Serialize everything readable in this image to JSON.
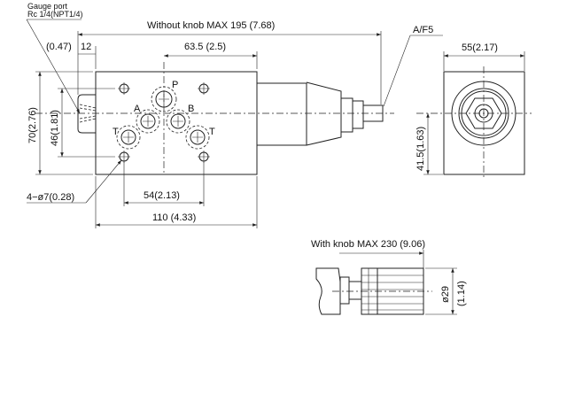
{
  "labels": {
    "gauge_port_line1": "Gauge port",
    "gauge_port_line2": "Rc 1/4(NPT1/4)",
    "without_knob": "Without knob MAX 195 (7.68)",
    "af5": "A/F5",
    "dim_047": "(0.47)",
    "dim_12": "12",
    "dim_635": "63.5 (2.5)",
    "dim_55": "55(2.17)",
    "dim_70": "70(2.76)",
    "dim_46": "46(1.81)",
    "dim_415": "41.5(1.63)",
    "holes": "4−ø7(0.28)",
    "dim_54": "54(2.13)",
    "dim_110": "110 (4.33)",
    "with_knob": "With knob MAX 230 (9.06)",
    "dim_29": "ø29",
    "dim_114": "(1.14)",
    "port_p": "P",
    "port_a": "A",
    "port_b": "B",
    "port_t_left": "T",
    "port_t_right": "T"
  }
}
